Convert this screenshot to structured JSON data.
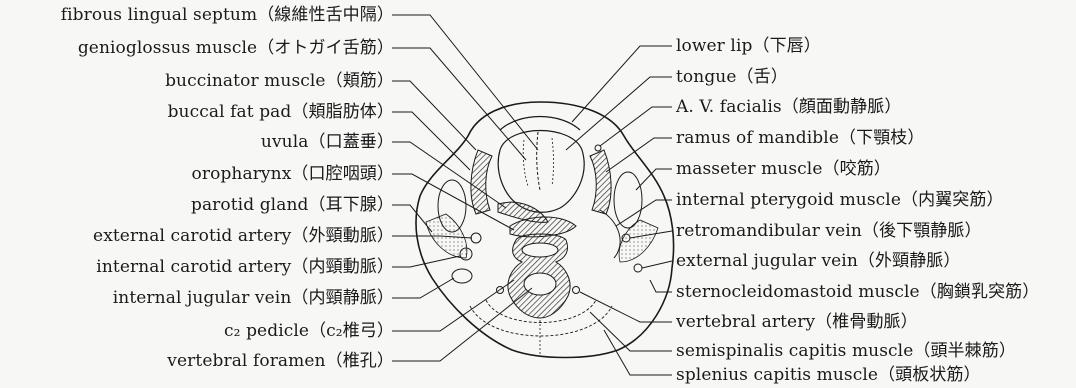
{
  "diagram": {
    "left_labels": [
      {
        "en": "fibrous lingual septum",
        "ja": "（線維性舌中隔）"
      },
      {
        "en": "genioglossus muscle",
        "ja": "（オトガイ舌筋）"
      },
      {
        "en": "buccinator muscle",
        "ja": "（頬筋）"
      },
      {
        "en": "buccal fat pad",
        "ja": "（頬脂肪体）"
      },
      {
        "en": "uvula",
        "ja": "（口蓋垂）"
      },
      {
        "en": "oropharynx",
        "ja": "（口腔咽頭）"
      },
      {
        "en": "parotid gland",
        "ja": "（耳下腺）"
      },
      {
        "en": "external carotid artery",
        "ja": "（外頸動脈）"
      },
      {
        "en": "internal carotid artery",
        "ja": "（内頸動脈）"
      },
      {
        "en": "internal jugular vein",
        "ja": "（内頸静脈）"
      },
      {
        "en": "c₂ pedicle",
        "ja": "（c₂椎弓）"
      },
      {
        "en": "vertebral foramen",
        "ja": "（椎孔）"
      }
    ],
    "right_labels": [
      {
        "en": "lower lip",
        "ja": "（下唇）"
      },
      {
        "en": "tongue",
        "ja": "（舌）"
      },
      {
        "en": "A. V. facialis",
        "ja": "（顔面動静脈）"
      },
      {
        "en": "ramus of mandible",
        "ja": "（下顎枝）"
      },
      {
        "en": "masseter muscle",
        "ja": "（咬筋）"
      },
      {
        "en": "internal pterygoid muscle",
        "ja": "（内翼突筋）"
      },
      {
        "en": "retromandibular vein",
        "ja": "（後下顎静脈）"
      },
      {
        "en": "external jugular vein",
        "ja": "（外頸静脈）"
      },
      {
        "en": "sternocleidomastoid muscle",
        "ja": "（胸鎖乳突筋）"
      },
      {
        "en": "vertebral artery",
        "ja": "（椎骨動脈）"
      },
      {
        "en": "semispinalis capitis muscle",
        "ja": "（頭半棘筋）"
      },
      {
        "en": "splenius capitis muscle",
        "ja": "（頭板状筋）"
      }
    ]
  }
}
